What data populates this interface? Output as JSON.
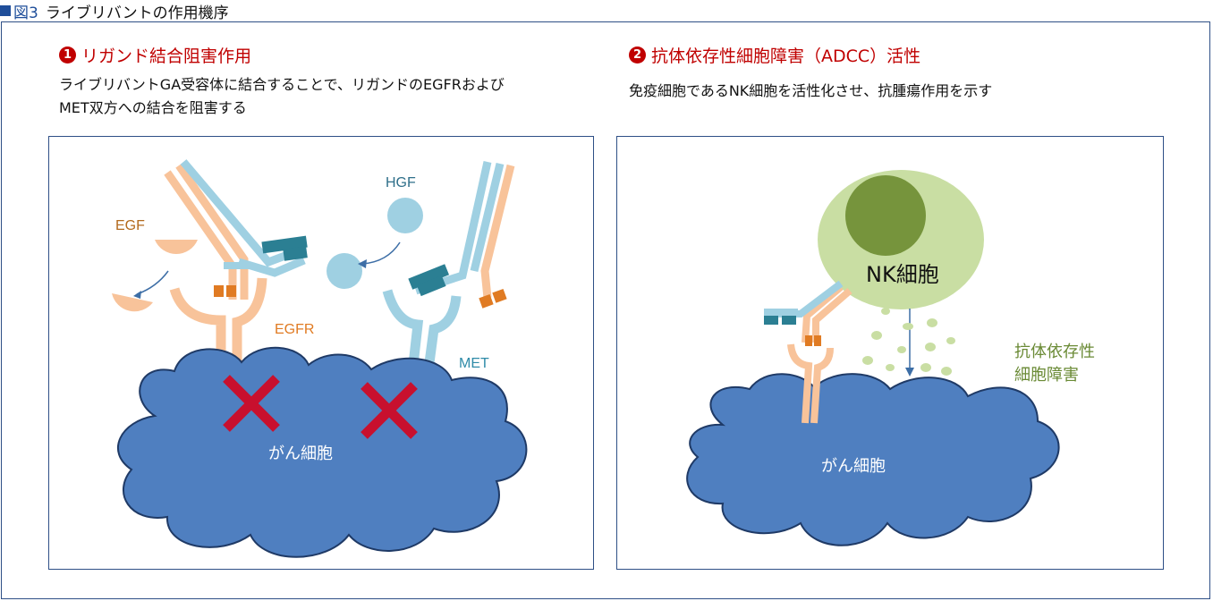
{
  "figure": {
    "number": "図3",
    "title": "ライブリバントの作用機序"
  },
  "section1": {
    "badge": "1",
    "heading": "リガンド結合阻害作用",
    "description_line1": "ライブリバントGA受容体に結合することで、リガンドのEGFRおよび",
    "description_line2": "MET双方への結合を阻害する"
  },
  "section2": {
    "badge": "2",
    "heading": "抗体依存性細胞障害（ADCC）活性",
    "description": "免疫細胞であるNK細胞を活性化させ、抗腫瘍作用を示す"
  },
  "panel1": {
    "labels": {
      "egf": "EGF",
      "hgf": "HGF",
      "egfr": "EGFR",
      "met": "MET",
      "cancer_cell": "がん細胞"
    }
  },
  "panel2": {
    "labels": {
      "nk_cell": "NK細胞",
      "adcc_line1": "抗体依存性",
      "adcc_line2": "細胞障害",
      "cancer_cell": "がん細胞"
    }
  },
  "colors": {
    "accent_red": "#c00000",
    "frame_navy": "#2e4f86",
    "cancer_cell": "#4f7fc0",
    "cancer_outline": "#1f3a66",
    "egfr_orange": "#f8c39a",
    "egfr_label": "#e07b23",
    "met_blue": "#9fd0e2",
    "met_label": "#2f8ba8",
    "antibody_dark": "#2b7f93",
    "nk_outer": "#c9dea3",
    "nk_nucleus": "#76943c",
    "cross": "#c8102e"
  }
}
